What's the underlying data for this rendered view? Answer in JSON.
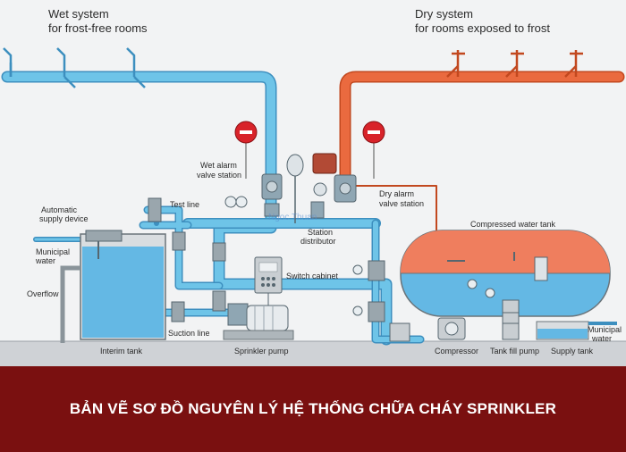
{
  "labels": {
    "wet_system_1": "Wet system",
    "wet_system_2": "for frost-free rooms",
    "dry_system_1": "Dry system",
    "dry_system_2": "for rooms exposed to frost",
    "wet_alarm_1": "Wet alarm",
    "wet_alarm_2": "valve station",
    "dry_alarm_1": "Dry alarm",
    "dry_alarm_2": "valve station",
    "test_line": "Test line",
    "automatic_supply_1": "Automatic",
    "automatic_supply_2": "supply device",
    "municipal_left_1": "Municipal",
    "municipal_left_2": "water",
    "overflow": "Overflow",
    "station_distributor_1": "Station",
    "station_distributor_2": "distributor",
    "switch_cabinet": "Switch cabinet",
    "compressed_water_tank": "Compressed water tank",
    "suction_line": "Suction line",
    "interim_tank": "Interim tank",
    "sprinkler_pump": "Sprinkler pump",
    "compressor": "Compressor",
    "tank_fill_pump": "Tank fill pump",
    "supply_tank": "Supply tank",
    "municipal_right_1": "Municipal",
    "municipal_right_2": "water",
    "watermark": "Ngoc Thuan"
  },
  "banner": {
    "title": "BẢN VẼ SƠ ĐỒ NGUYÊN LÝ HỆ THỐNG CHỮA CHÁY SPRINKLER"
  },
  "colors": {
    "wet_pipe": "#6ec4e8",
    "dry_pipe": "#ea6a3f",
    "tank_water": "#64b8e4",
    "tank_air": "#ef7e5e",
    "banner_bg": "#7a1010",
    "alarm_bell": "#d8232a"
  }
}
